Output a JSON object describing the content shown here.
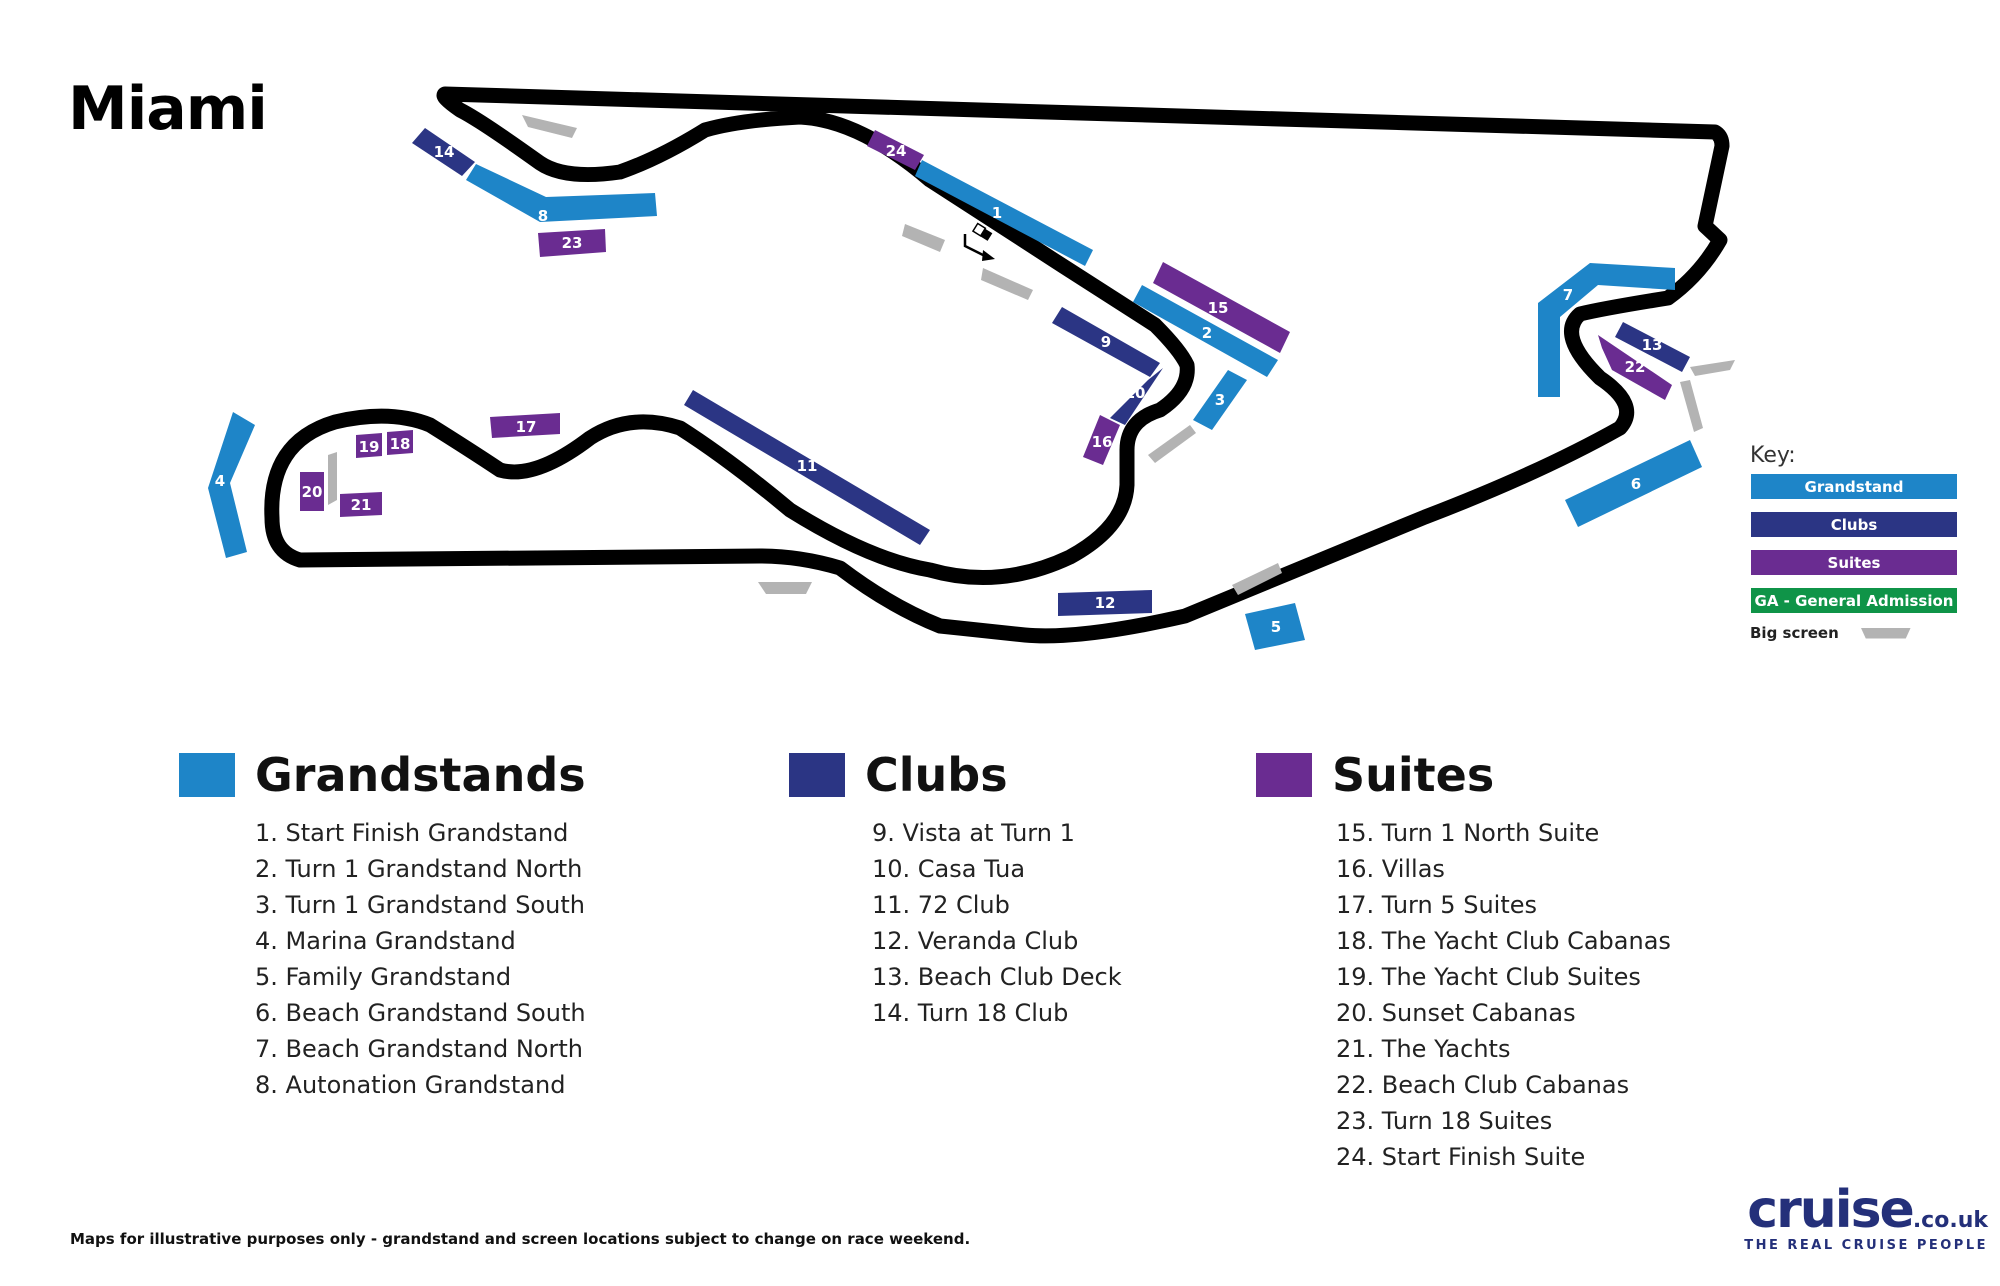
{
  "title": "Miami",
  "colors": {
    "grandstand": "#1e85c8",
    "club": "#2b3584",
    "suite": "#6a2c91",
    "ga": "#0f9448",
    "screen": "#b3b3b3",
    "track": "#000000"
  },
  "map": {
    "grandstands": [
      "1",
      "2",
      "3",
      "4",
      "5",
      "6",
      "7",
      "8"
    ],
    "clubs": [
      "9",
      "10",
      "11",
      "12",
      "13",
      "14"
    ],
    "suites": [
      "15",
      "16",
      "17",
      "18",
      "19",
      "20",
      "21",
      "22",
      "23",
      "24"
    ]
  },
  "key": {
    "title": "Key:",
    "grandstand": "Grandstand",
    "clubs": "Clubs",
    "suites": "Suites",
    "ga": "GA - General Admission",
    "big_screen": "Big screen"
  },
  "legend": {
    "grandstands": {
      "title": "Grandstands",
      "items": [
        "1.  Start Finish Grandstand",
        "2.  Turn 1 Grandstand North",
        "3.  Turn 1 Grandstand South",
        "4.  Marina Grandstand",
        "5.  Family Grandstand",
        "6.  Beach Grandstand South",
        "7.  Beach Grandstand North",
        "8.  Autonation Grandstand"
      ]
    },
    "clubs": {
      "title": "Clubs",
      "items": [
        "9.  Vista at Turn 1",
        "10. Casa Tua",
        "11. 72 Club",
        "12. Veranda Club",
        "13. Beach Club Deck",
        "14. Turn 18 Club"
      ]
    },
    "suites": {
      "title": "Suites",
      "items": [
        "15. Turn 1 North Suite",
        "16. Villas",
        "17. Turn 5 Suites",
        "18. The Yacht Club Cabanas",
        "19. The Yacht Club Suites",
        "20. Sunset Cabanas",
        "21. The Yachts",
        "22. Beach Club Cabanas",
        "23. Turn 18 Suites",
        "24. Start Finish Suite"
      ]
    }
  },
  "disclaimer": "Maps for illustrative purposes only - grandstand and screen locations subject to change on race weekend.",
  "brand": {
    "name": "cruise",
    "tld": ".co.uk",
    "tagline": "THE REAL CRUISE PEOPLE"
  }
}
